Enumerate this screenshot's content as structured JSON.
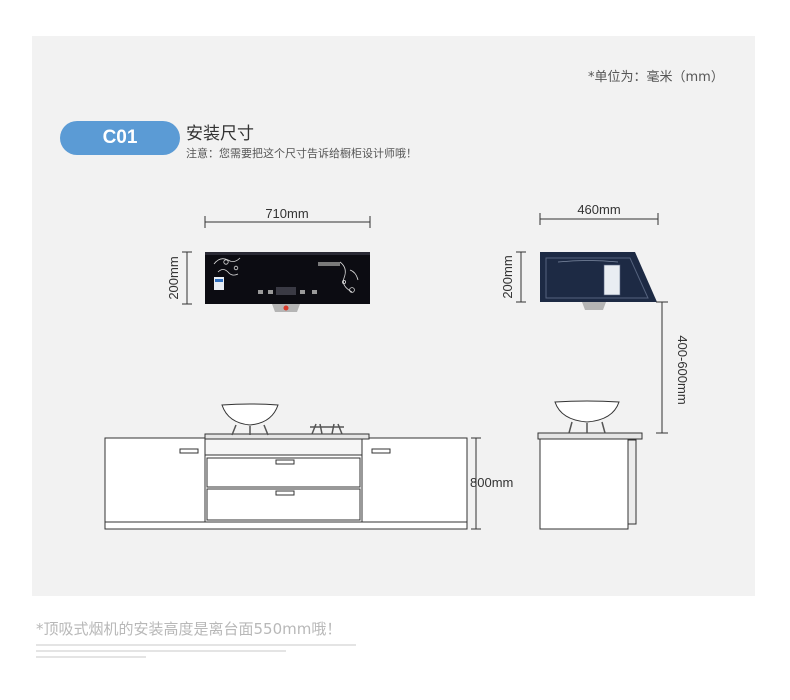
{
  "header": {
    "unit_note": "*单位为：毫米（mm）"
  },
  "section": {
    "badge": "C01",
    "title": "安装尺寸",
    "note": "注意：您需要把这个尺寸告诉给橱柜设计师哦！"
  },
  "dimensions": {
    "front_width": "710mm",
    "front_height": "200mm",
    "side_width": "460mm",
    "side_height": "200mm",
    "mount_height": "400-600mm",
    "cabinet_height": "800mm"
  },
  "footer": {
    "note": "*顶吸式烟机的安装高度是离台面550mm哦！"
  },
  "colors": {
    "badge": "#5b9bd5",
    "hood_front": "#0c0c12",
    "hood_side": "#1d2a44"
  }
}
